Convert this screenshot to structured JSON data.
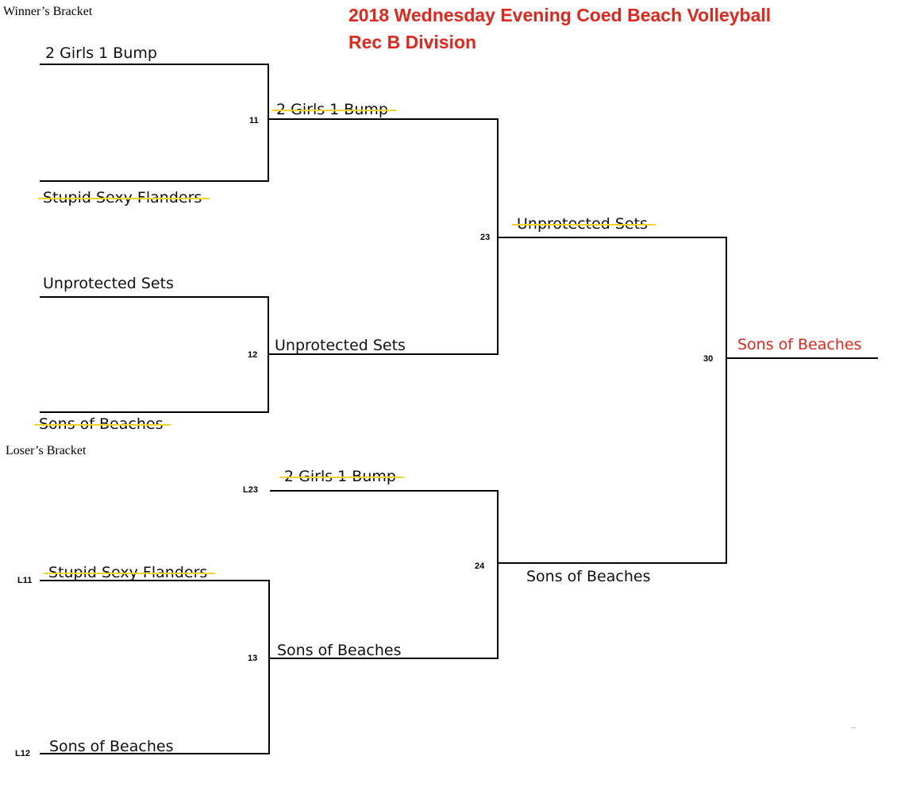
{
  "header": {
    "title_line1": "2018 Wednesday Evening Coed Beach Volleyball",
    "title_line2": "Rec B Division",
    "title_color": "#e1261c"
  },
  "sections": {
    "winners": "Winner’s Bracket",
    "losers": "Loser’s Bracket"
  },
  "games": {
    "g11": "11",
    "g12": "12",
    "g23": "23",
    "g30": "30",
    "gL23": "L23",
    "g24": "24",
    "gL11": "L11",
    "g13": "13",
    "gL12": "L12"
  },
  "teams": {
    "w1_top": {
      "name": "2 Girls 1 Bump",
      "eliminated": false
    },
    "w1_bottom": {
      "name": "Stupid Sexy Flanders",
      "eliminated": true
    },
    "w2_top": {
      "name": "Unprotected Sets",
      "eliminated": false
    },
    "w2_bottom": {
      "name": "Sons of Beaches",
      "eliminated": true
    },
    "g11_winner": {
      "name": "2 Girls 1 Bump",
      "eliminated": true
    },
    "g12_winner": {
      "name": "Unprotected Sets",
      "eliminated": false
    },
    "g23_winner": {
      "name": "Unprotected Sets",
      "eliminated": true
    },
    "champion": {
      "name": "Sons of Beaches",
      "eliminated": false
    },
    "l23_team": {
      "name": "2 Girls 1 Bump",
      "eliminated": true
    },
    "l11_team": {
      "name": "Stupid Sexy Flanders",
      "eliminated": true
    },
    "l12_team": {
      "name": "Sons of Beaches",
      "eliminated": false
    },
    "g13_winner": {
      "name": "Sons of Beaches",
      "eliminated": false
    },
    "g24_winner": {
      "name": "Sons of Beaches",
      "eliminated": false
    }
  },
  "colors": {
    "strike": "#f2d22e",
    "champion": "#e1261c",
    "lines": "#000000"
  }
}
